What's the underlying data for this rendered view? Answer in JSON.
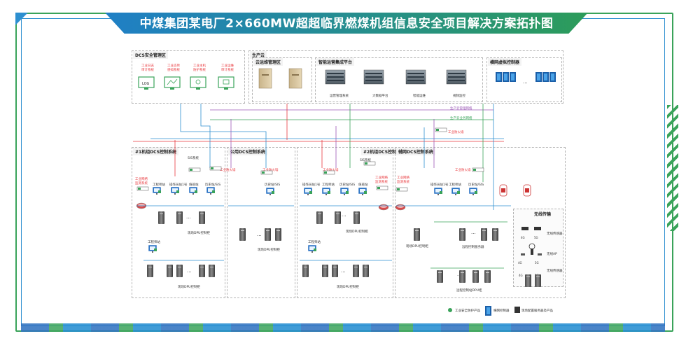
{
  "title": "中煤集团某电厂2×660MW超超临界燃煤机组信息安全项目解决方案拓扑图",
  "colors": {
    "green": "#3aa35a",
    "blue": "#2d8fd0",
    "red": "#e8383d",
    "purple": "#9b59b6"
  },
  "zones": {
    "dcs_mgmt": "DCS安全管理区",
    "prod_cloud": "生产云",
    "cloud_mgmt": "云运维管理区",
    "smart_platform": "智能运营集成平台",
    "border_ctrl": "横网虚拟控制器",
    "unit1": "#1机组DCS控制系统",
    "common": "公用DCS控制系统",
    "unit2": "#2机组DCS控制系统",
    "aux": "辅网DCS控制系统",
    "wireless": "无线传输"
  },
  "dcs_mgmt_items": [
    {
      "label": "工业日志\n审计系统",
      "icon": "LOG"
    },
    {
      "label": "工业态势\n感知系统",
      "icon": "trend-icon"
    },
    {
      "label": "工业主机\n防护系统",
      "icon": "shield-icon"
    },
    {
      "label": "工业运维\n审计系统",
      "icon": "audit-icon"
    }
  ],
  "platform_items": [
    "运营管理系统",
    "大数据平台",
    "智能运维",
    "视频监控"
  ],
  "net_labels": {
    "line1": "生产云管理网络",
    "line2": "生产云业务网络",
    "fw_top": "工业防火墙"
  },
  "unit1_labels": {
    "sis": "SIS系统",
    "fw": "工业防火墙",
    "monitor": "工业网络\n监测系统",
    "stations": [
      "工程师站",
      "操作员站1号",
      "值班站",
      "历史站/SIS"
    ],
    "ctrl1": "现场DPU控制柜",
    "eng2": "工程师站",
    "ctrl2": "现场DPU控制柜"
  },
  "common_labels": {
    "fw": "工业防火墙",
    "station": "历史站/SIS",
    "ctrl": "现场DPU控制柜"
  },
  "unit2_labels": {
    "fw": "工业防火墙",
    "sis": "SIS系统",
    "monitor": "工业网络\n监测系统",
    "stations": [
      "操作员站1号",
      "工程师站",
      "历史站/SIS",
      "值班站"
    ],
    "ctrl1": "现场DPU控制柜",
    "eng2": "工程师站",
    "ctrl2": "现场DPU控制柜"
  },
  "aux_labels": {
    "fw": "工业防火墙",
    "monitor": "工业网络\n监测系统",
    "stations": [
      "操作员站1号",
      "工程师站",
      "历史站/SIS"
    ],
    "ctrl_mid": "现场DPU控制柜",
    "ctrl_right": "远程控制服务器",
    "ctrl_bottom": "远程控制站DPU柜"
  },
  "wireless_labels": {
    "items": [
      "无线传感器",
      "无线AP",
      "无线传感器"
    ],
    "tags": [
      "4G",
      "5G",
      "4G",
      "5G",
      "4G",
      "5G"
    ]
  },
  "legend": [
    {
      "icon": "shield-icon",
      "label": "工业安全防护产品"
    },
    {
      "icon": "blue-device-icon",
      "label": "横网控制器"
    },
    {
      "icon": "black-device-icon",
      "label": "现场配置服务器及产品"
    }
  ],
  "ellipsis": "···"
}
